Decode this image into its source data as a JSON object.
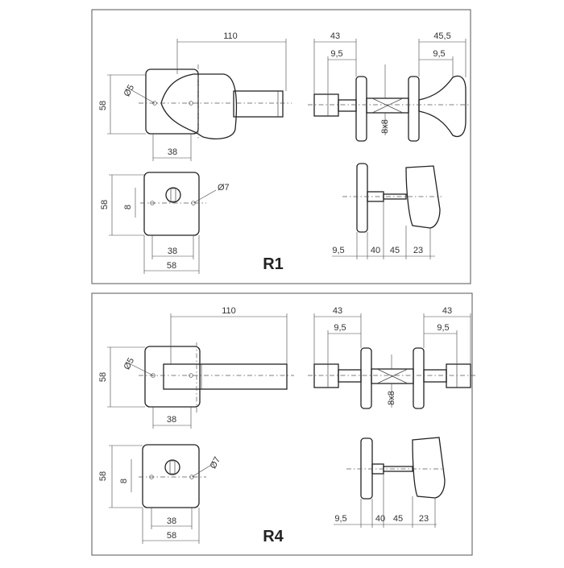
{
  "panels": [
    {
      "label": "R1",
      "dims": {
        "lever_length": "110",
        "hole_diameter": "Ø5",
        "rose_height": "58",
        "rose_inner_width": "38",
        "side_total": "43",
        "side_left_offset": "9,5",
        "spindle": "8x8",
        "side_right_total": "45,5",
        "side_right_offset": "9,5",
        "esc_height": "58",
        "esc_slot": "8",
        "esc_hole": "Ø7",
        "esc_inner_width": "38",
        "esc_outer_width": "58",
        "knob_offset": "9,5",
        "knob_dim_a": "40",
        "knob_dim_b": "45",
        "knob_dim_c": "23"
      }
    },
    {
      "label": "R4",
      "dims": {
        "lever_length": "110",
        "hole_diameter": "Ø5",
        "rose_height": "58",
        "rose_inner_width": "38",
        "side_total": "43",
        "side_left_offset": "9,5",
        "spindle": "8x8",
        "side_right_total": "43",
        "side_right_offset": "9,5",
        "esc_height": "58",
        "esc_slot": "8",
        "esc_hole": "Ø7",
        "esc_inner_width": "38",
        "esc_outer_width": "58",
        "knob_offset": "9,5",
        "knob_dim_a": "40",
        "knob_dim_b": "45",
        "knob_dim_c": "23"
      }
    }
  ]
}
